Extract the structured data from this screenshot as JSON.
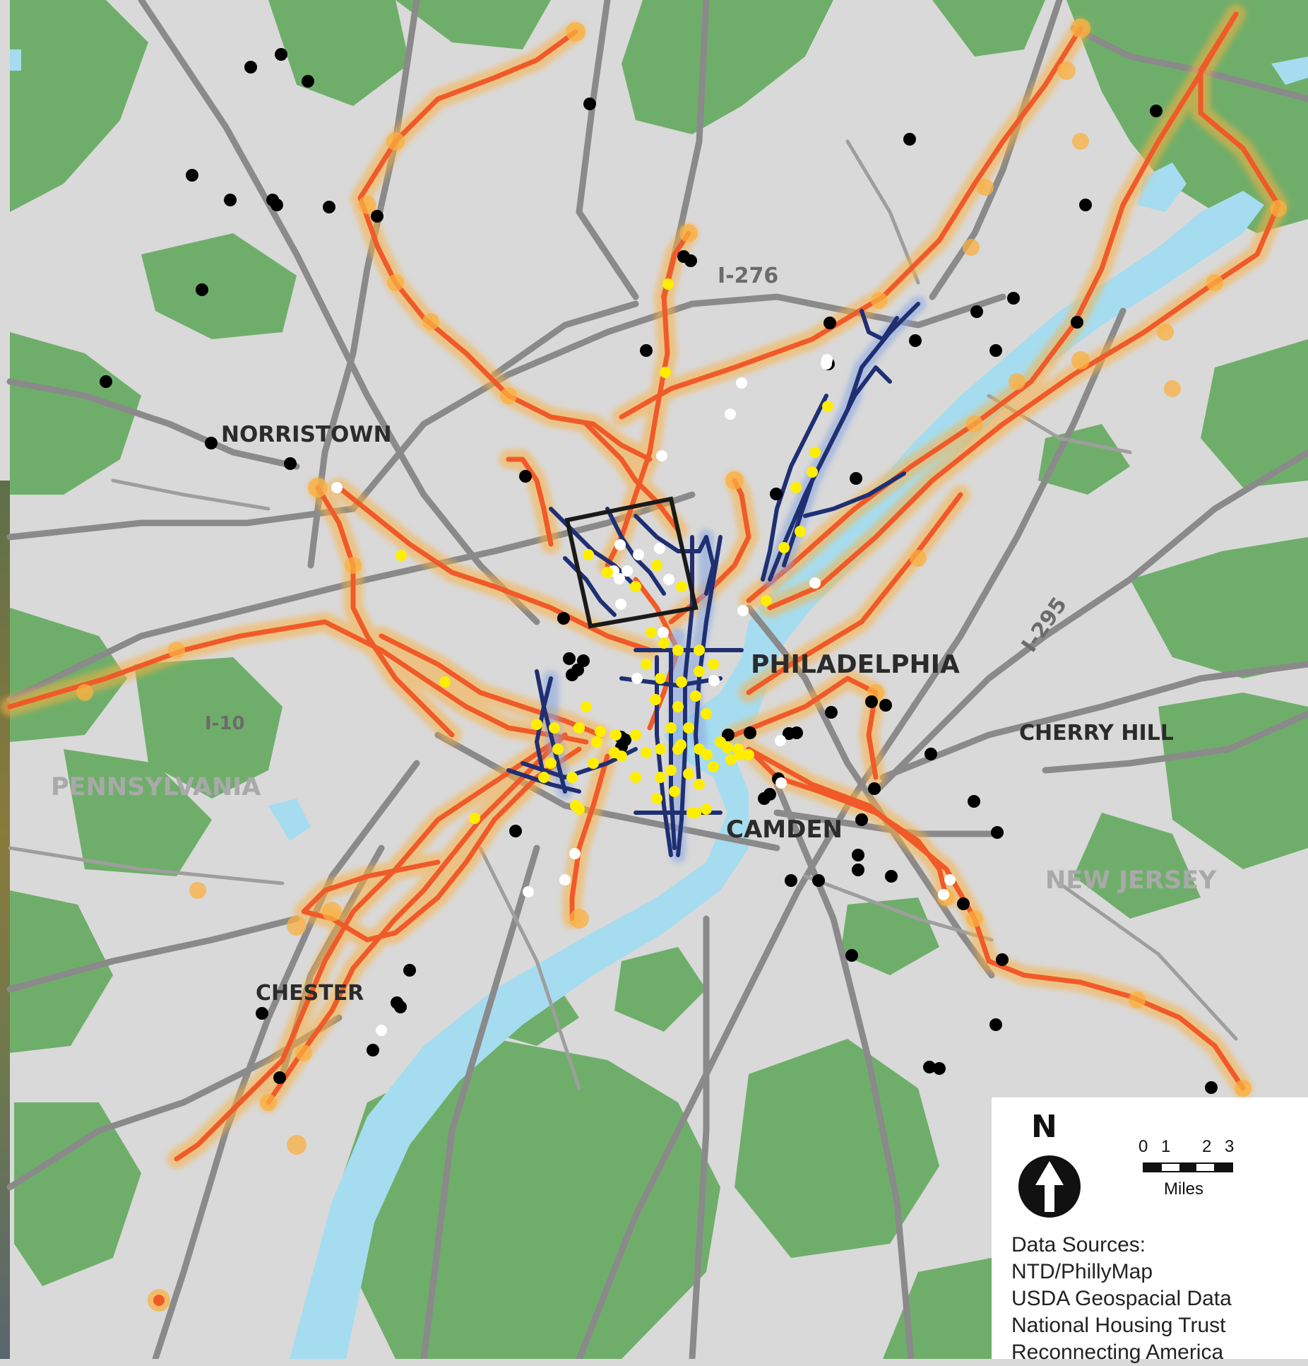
{
  "labels": {
    "norristown": "NORRISTOWN",
    "philadelphia": "PHILADELPHIA",
    "camden": "CAMDEN",
    "cherry_hill": "CHERRY HILL",
    "chester": "CHESTER",
    "pennsylvania": "PENNSYLVANIA",
    "new_jersey": "NEW JERSEY",
    "i276": "I-276",
    "i10": "I-10",
    "i295": "I-295"
  },
  "legend": {
    "north": "N",
    "scale_ticks": [
      "0",
      "1",
      "2",
      "3"
    ],
    "scale_units": "Miles",
    "sources": [
      "Data Sources:",
      "NTD/PhillyMap",
      "USDA Geospacial Data",
      "National Housing Trust",
      "Reconnecting America"
    ]
  },
  "colors": {
    "land": "#d9d9d9",
    "forest": "#6fae6a",
    "water": "#a6dcef",
    "highway": "#8a8a8a",
    "rail": "#f05a28",
    "rail_glow": "#fbb040",
    "subway": "#1f2f72",
    "subway_glow": "#8aa7e0",
    "station_yellow": "#ffee00",
    "station_white": "#ffffff",
    "point_black": "#000000"
  }
}
